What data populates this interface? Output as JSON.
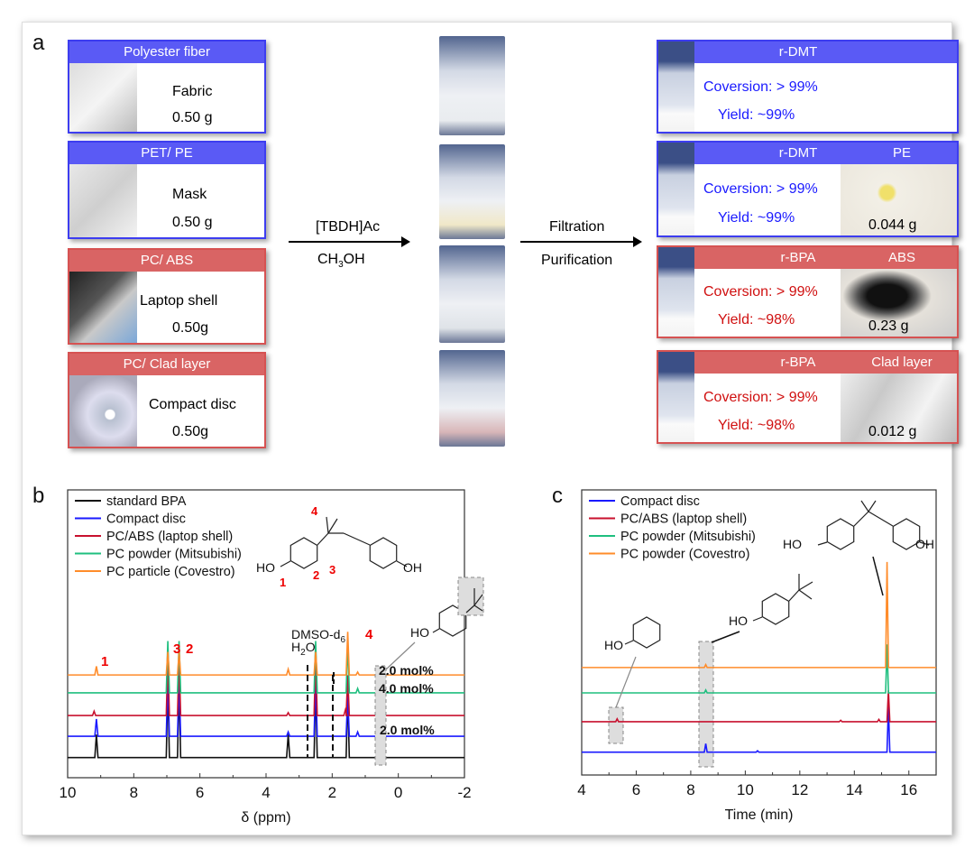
{
  "panel_a": {
    "label": "a",
    "inputs": [
      {
        "header": "Polyester fiber",
        "name": "Fabric",
        "mass": "0.50 g",
        "color": "blue"
      },
      {
        "header": "PET/ PE",
        "name": "Mask",
        "mass": "0.50 g",
        "color": "blue"
      },
      {
        "header": "PC/ ABS",
        "name": "Laptop shell",
        "mass": "0.50g",
        "color": "red"
      },
      {
        "header": "PC/ Clad layer",
        "name": "Compact disc",
        "mass": "0.50g",
        "color": "red"
      }
    ],
    "step1": {
      "reagent": "[TBDH]Ac",
      "solvent_main": "CH",
      "solvent_sub": "3",
      "solvent_end": "OH"
    },
    "step2": {
      "line1": "Filtration",
      "line2": "Purification"
    },
    "outputs": [
      {
        "header": "r-DMT",
        "conversion": "Coversion: > 99%",
        "yield": "Yield: ~99%",
        "color": "blue"
      },
      {
        "header": "r-DMT",
        "side": "PE",
        "conversion": "Coversion: > 99%",
        "yield": "Yield: ~99%",
        "side_mass": "0.044 g",
        "color": "blue"
      },
      {
        "header": "r-BPA",
        "side": "ABS",
        "conversion": "Coversion: > 99%",
        "yield": "Yield: ~98%",
        "side_mass": "0.23 g",
        "color": "red"
      },
      {
        "header": "r-BPA",
        "side": "Clad layer",
        "conversion": "Coversion: > 99%",
        "yield": "Yield: ~98%",
        "side_mass": "0.012 g",
        "color": "red"
      }
    ]
  },
  "chart_data": [
    {
      "panel": "b",
      "type": "line",
      "xlabel": "δ (ppm)",
      "xlim": [
        10,
        -2
      ],
      "ylim": [
        0,
        100
      ],
      "xticks": [
        "10",
        "8",
        "6",
        "4",
        "2",
        "0",
        "-2"
      ],
      "xtick_values": [
        10,
        8,
        6,
        4,
        2,
        0,
        -2
      ],
      "legend_position": "top-left",
      "series": [
        {
          "name": "standard BPA",
          "color": "#111111",
          "offset": 7,
          "peaks": [
            [
              9.13,
              8
            ],
            [
              6.97,
              25
            ],
            [
              6.63,
              25
            ],
            [
              3.33,
              8
            ],
            [
              2.5,
              25
            ],
            [
              1.53,
              22
            ]
          ]
        },
        {
          "name": "Compact disc",
          "color": "#1a1aff",
          "offset": 14.4,
          "peaks": [
            [
              9.13,
              6
            ],
            [
              6.97,
              20
            ],
            [
              6.63,
              20
            ],
            [
              3.33,
              1.5
            ],
            [
              2.5,
              20
            ],
            [
              1.53,
              14
            ],
            [
              1.23,
              1.5
            ]
          ]
        },
        {
          "name": "PC/ABS (laptop shell)",
          "color": "#c8102e",
          "offset": 21.6,
          "peaks": [
            [
              9.2,
              1.5
            ],
            [
              6.97,
              20
            ],
            [
              6.63,
              20
            ],
            [
              3.33,
              1
            ],
            [
              2.5,
              20
            ],
            [
              1.6,
              2
            ],
            [
              1.53,
              14
            ]
          ]
        },
        {
          "name": "PC powder (Mitsubishi)",
          "color": "#1fbf7f",
          "offset": 29.5,
          "peaks": [
            [
              6.97,
              18
            ],
            [
              6.63,
              18
            ],
            [
              2.5,
              18
            ],
            [
              1.53,
              18
            ],
            [
              1.23,
              1.5
            ]
          ]
        },
        {
          "name": "PC particle (Covestro)",
          "color": "#ff8c2a",
          "offset": 35.7,
          "peaks": [
            [
              9.13,
              3
            ],
            [
              6.97,
              8
            ],
            [
              6.63,
              8
            ],
            [
              3.33,
              2
            ],
            [
              2.5,
              8
            ],
            [
              1.53,
              15
            ],
            [
              1.23,
              1
            ]
          ]
        }
      ],
      "annotations": {
        "peak1": "1",
        "peak2": "2",
        "peak3": "3",
        "peak4": "4",
        "water": "H",
        "water_sub": "2",
        "water_end": "O",
        "dmso": "DMSO-d",
        "dmso_sub": "6",
        "mol_top": "2.0 mol%",
        "mol_mid": "4.0 mol%",
        "mol_bot": "2.0 mol%",
        "ho": "HO",
        "oh": "OH",
        "n1": "1",
        "n2": "2",
        "n3": "3",
        "n4": "4"
      }
    },
    {
      "panel": "c",
      "type": "line",
      "xlabel": "Time (min)",
      "xlim": [
        4,
        17
      ],
      "ylim": [
        0,
        100
      ],
      "xticks": [
        "4",
        "6",
        "8",
        "10",
        "12",
        "14",
        "16"
      ],
      "xtick_values": [
        4,
        6,
        8,
        10,
        12,
        14,
        16
      ],
      "legend_position": "top-left",
      "series": [
        {
          "name": "Compact disc",
          "color": "#1a1aff",
          "offset": 8,
          "peaks": [
            [
              8.55,
              3
            ],
            [
              10.45,
              0.5
            ],
            [
              15.25,
              16
            ]
          ]
        },
        {
          "name": "PC/ABS (laptop shell)",
          "color": "#c8102e",
          "offset": 18.7,
          "peaks": [
            [
              5.3,
              1
            ],
            [
              13.5,
              0.5
            ],
            [
              14.9,
              0.8
            ],
            [
              15.25,
              11
            ]
          ]
        },
        {
          "name": "PC powder (Mitsubishi)",
          "color": "#1fbf7f",
          "offset": 28.8,
          "peaks": [
            [
              8.55,
              1
            ],
            [
              15.2,
              17
            ]
          ]
        },
        {
          "name": "PC powder (Covestro)",
          "color": "#ff8c2a",
          "offset": 37.7,
          "peaks": [
            [
              8.55,
              1
            ],
            [
              15.2,
              37
            ]
          ]
        }
      ],
      "annotations": {
        "ho1": "HO",
        "ho2": "HO",
        "ho3": "HO",
        "oh3": "OH"
      }
    }
  ],
  "panel_labels": {
    "b": "b",
    "c": "c"
  }
}
